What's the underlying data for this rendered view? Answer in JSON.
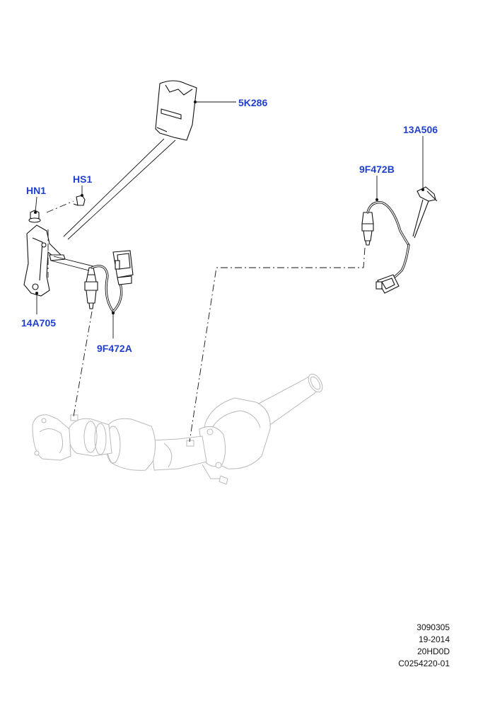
{
  "callouts": {
    "heat_shield": "5K286",
    "bracket_stud": "HS1",
    "bracket_nut": "HN1",
    "bracket": "14A705",
    "rear_sensor": "9F472B",
    "wire_clip": "13A506",
    "front_sensor": "9F472A"
  },
  "reference": {
    "line1": "3090305",
    "line2": "19-2014",
    "line3": "20HD0D",
    "line4": "C0254220-01"
  }
}
